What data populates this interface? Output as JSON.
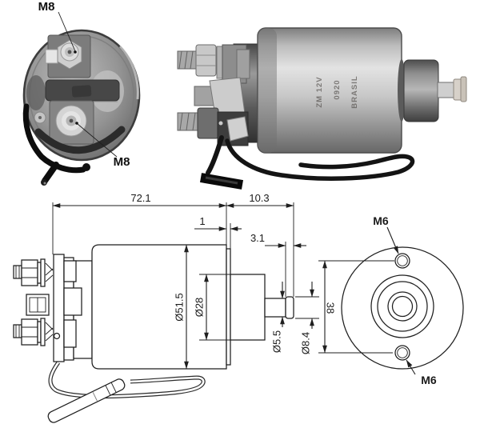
{
  "image": {
    "kind": "starter-solenoid technical sheet",
    "background": "#ffffff",
    "line_color": "#1f1f1f"
  },
  "photo_front": {
    "labels": {
      "top": "M8",
      "bottom": "M8"
    }
  },
  "photo_side": {
    "stamps": {
      "line1": "ZM 12V",
      "line2": "0920",
      "line3": "BRASIL"
    }
  },
  "drawing": {
    "dims": {
      "overall_length": "72.1",
      "pin_protrusion": "10.3",
      "flange_offset": "1",
      "pin_groove": "3.1",
      "body_diameter": "Ø51.5",
      "boss_diameter": "Ø28",
      "shaft_diameter": "Ø5.5",
      "pin_diameter": "Ø8.4",
      "mount_hole_spacing": "38",
      "thread_top": "M6",
      "thread_bottom": "M6"
    }
  }
}
